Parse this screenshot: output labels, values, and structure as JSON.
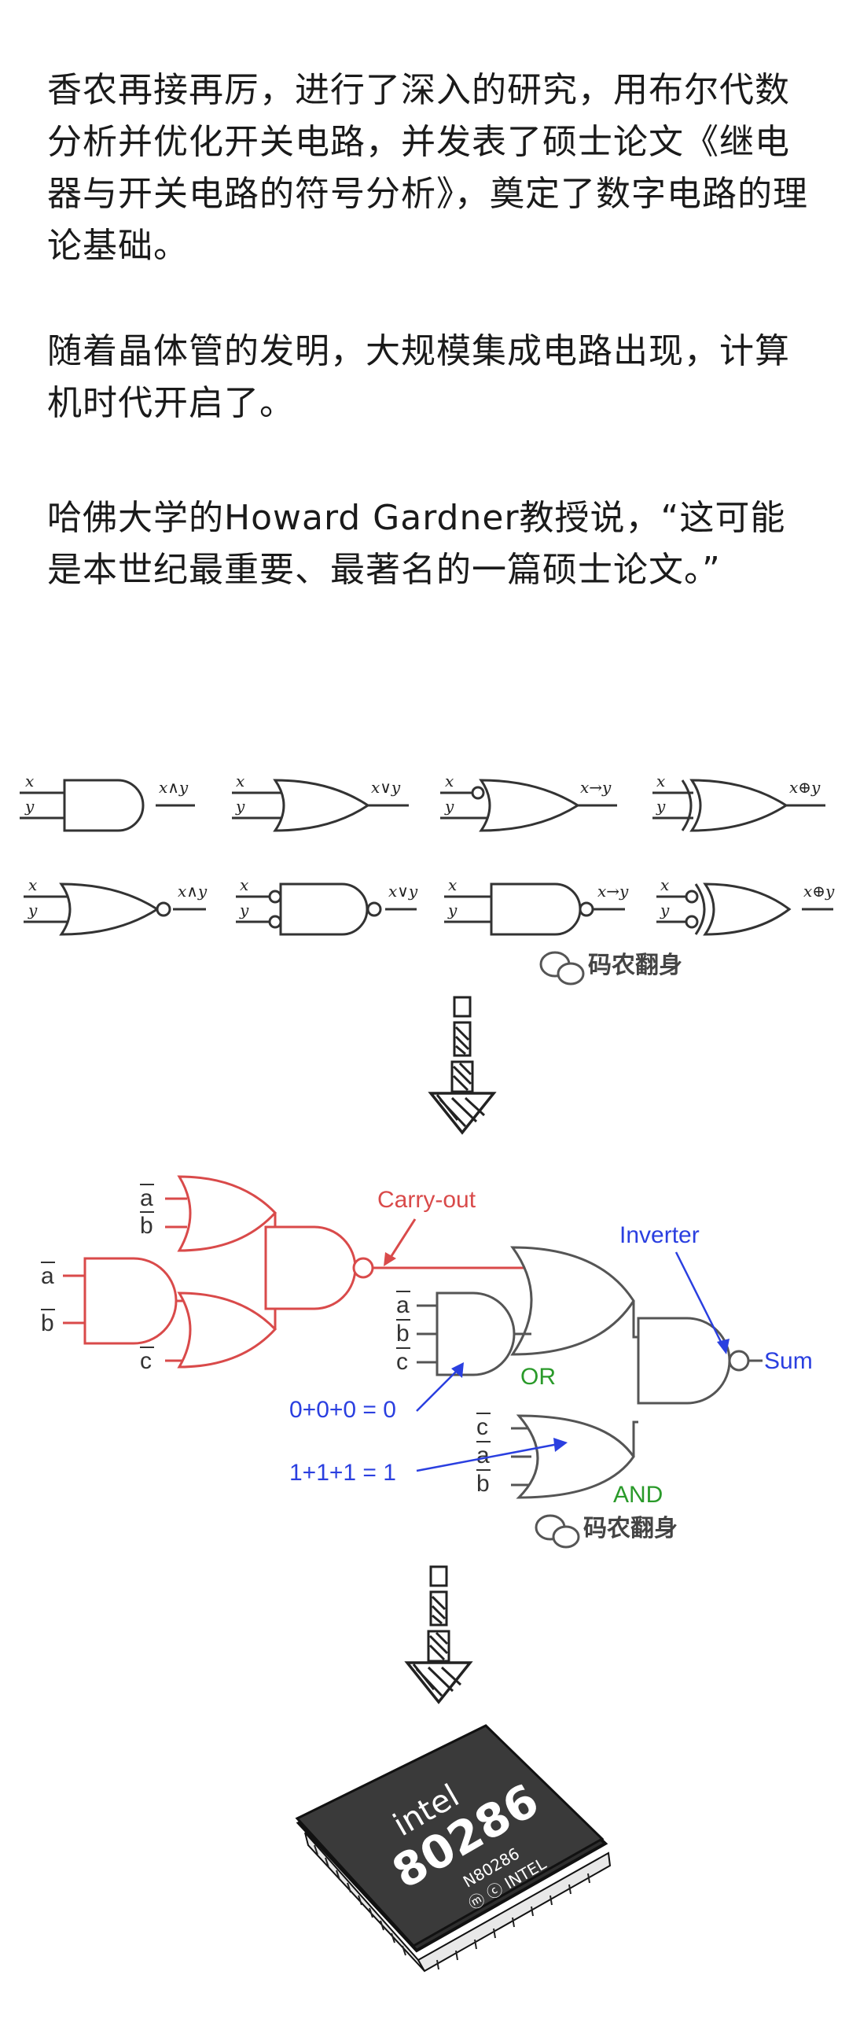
{
  "paragraphs": [
    "香农再接再厉，进行了深入的研究，用布尔代数分析并优化开关电路，并发表了硕士论文《继电器与开关电路的符号分析》，奠定了数字电路的理论基础。",
    "随着晶体管的发明，大规模集成电路出现，计算机时代开启了。",
    "哈佛大学的Howard Gardner教授说，“这可能是本世纪最重要、最著名的一篇硕士论文。”"
  ],
  "gates_figure": {
    "input_x": "x",
    "input_y": "y",
    "outputs_row1": [
      "x∧y",
      "x∨y",
      "x→y",
      "x⊕y"
    ],
    "outputs_row2": [
      "x∧y",
      "x∨y",
      "x→y",
      "x⊕y"
    ],
    "watermark": "码农翻身"
  },
  "adder_figure": {
    "carry_out": "Carry-out",
    "inverter": "Inverter",
    "sum": "Sum",
    "or_label": "OR",
    "and_label": "AND",
    "zero_eq": "0+0+0 = 0",
    "one_eq": "1+1+1 = 1",
    "input_a": "a",
    "input_b": "b",
    "input_c": "c",
    "watermark": "码农翻身",
    "colors": {
      "red": "#d94a4a",
      "blue": "#2a3fe0",
      "green": "#2a9a2a"
    }
  },
  "chip": {
    "brand": "intel",
    "model": "80286",
    "part": "N80286",
    "copyright": "ⓜ ⓒ INTEL"
  }
}
